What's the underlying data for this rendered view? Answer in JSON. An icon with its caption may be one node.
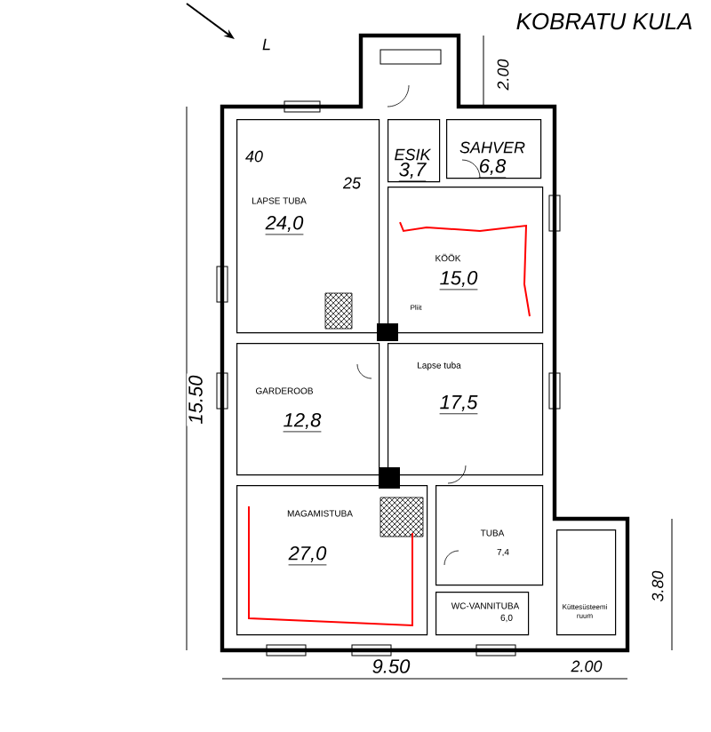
{
  "diagram": {
    "nodes": [
      {
        "text": [
          "LAPSE TUBA",
          "24,0"
        ]
      },
      {
        "text": [
          "ESIK",
          "3,7"
        ]
      },
      {
        "text": [
          "SAHVER",
          "6,8"
        ]
      },
      {
        "text": [
          "KÖÖK",
          "15,0"
        ]
      },
      {
        "text": [
          "GARDEROOB",
          "12,8"
        ]
      },
      {
        "text": [
          "Lapse tuba",
          "17,5"
        ]
      },
      {
        "text": [
          "MAGAMISTUBA",
          "27,0"
        ]
      },
      {
        "text": [
          "TUBA",
          "7,4"
        ]
      },
      {
        "text": [
          "WC-VANNITUBA",
          "6,0"
        ]
      },
      {
        "text": [
          "Küttesüsteemi ruum"
        ]
      }
    ],
    "labels": [
      "KOBRATU KULA",
      "L",
      "2.00",
      "40",
      "25",
      "Pliit",
      "15.50",
      "3.80",
      "9.50",
      "2.00"
    ]
  }
}
